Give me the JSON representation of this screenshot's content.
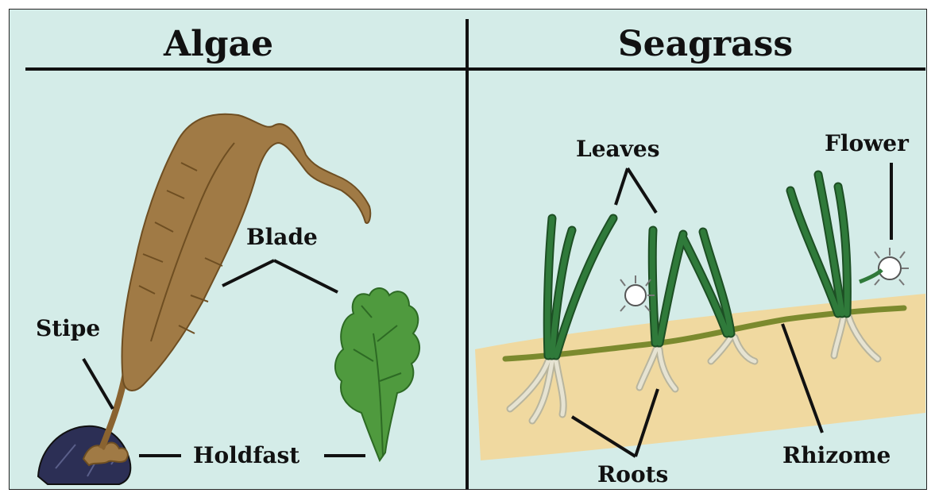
{
  "titles": {
    "left": "Algae",
    "right": "Seagrass"
  },
  "algae_labels": {
    "blade": "Blade",
    "stipe": "Stipe",
    "holdfast": "Holdfast"
  },
  "seagrass_labels": {
    "leaves": "Leaves",
    "flower": "Flower",
    "roots": "Roots",
    "rhizome": "Rhizome"
  },
  "colors": {
    "background": "#d4ece8",
    "kelp": "#a07a45",
    "kelp_dark": "#6e4e22",
    "green_algae": "#4f9a3e",
    "seagrass_leaf": "#2f7a3a",
    "sand": "#f0d9a0",
    "rhizome": "#7b8a2e",
    "roots": "#e6e3d2",
    "rock": "#2c2f55"
  },
  "icons": [
    "kelp-plant",
    "green-algae-plant",
    "seagrass-plant",
    "flower-icon",
    "rock-icon"
  ]
}
